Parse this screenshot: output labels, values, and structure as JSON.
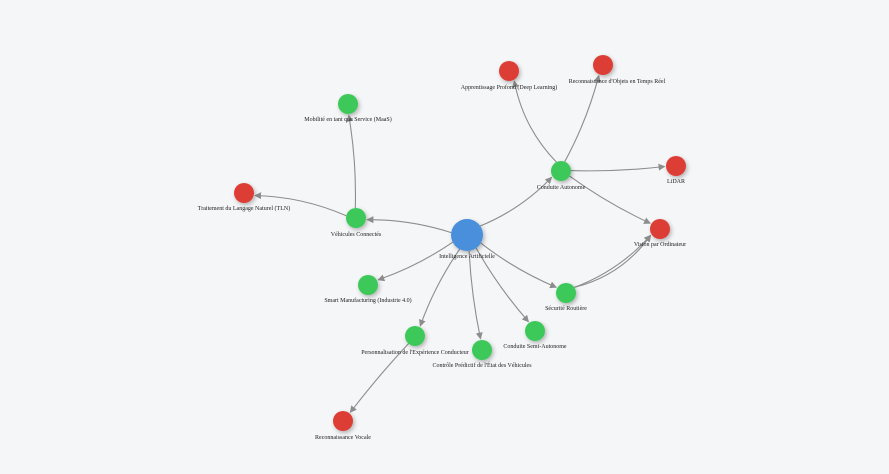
{
  "colors": {
    "background": "#f5f6f8",
    "central": "#4a8fdb",
    "application": "#3cc85a",
    "technology": "#dc3e36",
    "edge": "#8d8d8d"
  },
  "nodes": [
    {
      "id": "ia",
      "label": "Intelligence Artificielle",
      "kind": "central"
    },
    {
      "id": "conduite_auto",
      "label": "Conduite Autonome",
      "kind": "application"
    },
    {
      "id": "vehicules",
      "label": "Véhicules Connectés",
      "kind": "application"
    },
    {
      "id": "maas",
      "label": "Mobilité en tant que Service (MaaS)",
      "kind": "application"
    },
    {
      "id": "smart",
      "label": "Smart Manufacturing (Industrie 4.0)",
      "kind": "application"
    },
    {
      "id": "perso",
      "label": "Personnalisation de l'Expérience Conducteur",
      "kind": "application"
    },
    {
      "id": "controle",
      "label": "Contrôle Prédictif de l'État des Véhicules",
      "kind": "application"
    },
    {
      "id": "semi",
      "label": "Conduite Semi-Autonome",
      "kind": "application"
    },
    {
      "id": "securite",
      "label": "Sécurité Routière",
      "kind": "application"
    },
    {
      "id": "tln",
      "label": "Traitement du Langage Naturel (TLN)",
      "kind": "technology"
    },
    {
      "id": "deep",
      "label": "Apprentissage Profond (Deep Learning)",
      "kind": "technology"
    },
    {
      "id": "reco_obj",
      "label": "Reconnaissance d'Objets en Temps Réel",
      "kind": "technology"
    },
    {
      "id": "lidar",
      "label": "LiDAR",
      "kind": "technology"
    },
    {
      "id": "vision",
      "label": "Vision par Ordinateur",
      "kind": "technology"
    },
    {
      "id": "reco_voc",
      "label": "Reconnaissance Vocale",
      "kind": "technology"
    }
  ],
  "edges": [
    {
      "from": "ia",
      "to": "conduite_auto"
    },
    {
      "from": "ia",
      "to": "vehicules"
    },
    {
      "from": "ia",
      "to": "smart"
    },
    {
      "from": "ia",
      "to": "perso"
    },
    {
      "from": "ia",
      "to": "controle"
    },
    {
      "from": "ia",
      "to": "semi"
    },
    {
      "from": "ia",
      "to": "securite"
    },
    {
      "from": "vehicules",
      "to": "maas"
    },
    {
      "from": "vehicules",
      "to": "tln"
    },
    {
      "from": "conduite_auto",
      "to": "deep"
    },
    {
      "from": "conduite_auto",
      "to": "reco_obj"
    },
    {
      "from": "conduite_auto",
      "to": "lidar"
    },
    {
      "from": "conduite_auto",
      "to": "vision"
    },
    {
      "from": "securite",
      "to": "vision"
    },
    {
      "from": "securite",
      "to": "vision"
    },
    {
      "from": "perso",
      "to": "reco_voc"
    }
  ]
}
